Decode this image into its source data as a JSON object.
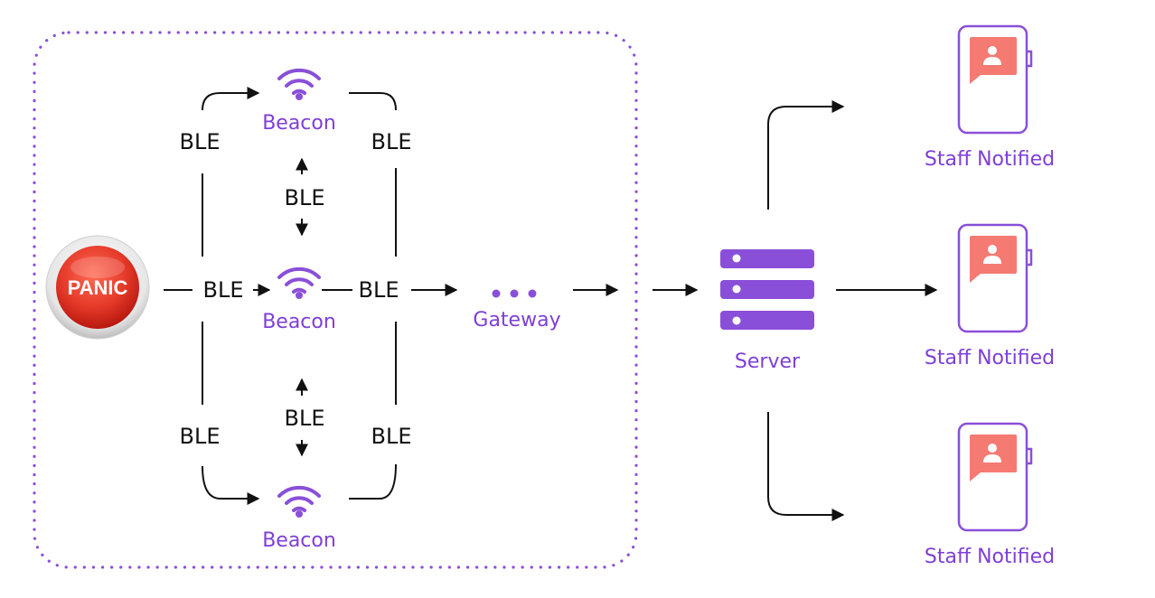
{
  "colors": {
    "accent_purple": "#8a4fd8",
    "label_purple": "#7e3fd6",
    "bubble_coral": "#f47a72",
    "panic_red": "#e53a2a",
    "line": "#111111"
  },
  "panic_button": {
    "label": "PANIC"
  },
  "protocol_label": "BLE",
  "beacons": [
    {
      "label": "Beacon",
      "icon": "wifi-icon"
    },
    {
      "label": "Beacon",
      "icon": "wifi-icon"
    },
    {
      "label": "Beacon",
      "icon": "wifi-icon"
    }
  ],
  "gateway": {
    "label": "Gateway",
    "icon": "dots-icon"
  },
  "server": {
    "label": "Server",
    "icon": "server-icon"
  },
  "phones": [
    {
      "label": "Staff Notified",
      "icon": "phone-user-icon"
    },
    {
      "label": "Staff Notified",
      "icon": "phone-user-icon"
    },
    {
      "label": "Staff Notified",
      "icon": "phone-user-icon"
    }
  ]
}
